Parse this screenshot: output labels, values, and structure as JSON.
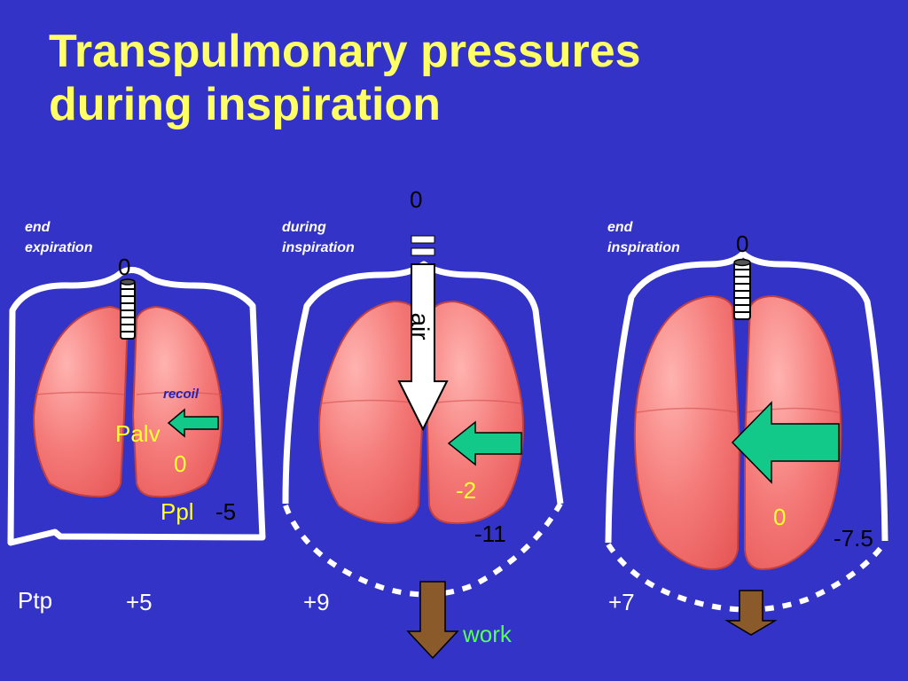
{
  "title": "Transpulmonary  pressures\nduring inspiration",
  "panels": [
    {
      "caption": "end\nexpiration",
      "top_value": "0",
      "palv_label": "Palv",
      "palv_value": "0",
      "ppl_label": "Ppl",
      "ppl_value": "-5",
      "recoil_label": "recoil"
    },
    {
      "caption": "during\ninspiration",
      "top_value": "0",
      "air_label": "air",
      "palv_value": "-2",
      "ppl_value": "-11"
    },
    {
      "caption": "end\ninspiration",
      "top_value": "0",
      "palv_value": "0",
      "ppl_value": "-7.5"
    }
  ],
  "ptp": {
    "label": "Ptp",
    "values": [
      "+5",
      "+9",
      "+7"
    ]
  },
  "work_label": "work",
  "colors": {
    "background": "#3333c8",
    "title": "#ffff66",
    "lung": "#f26666",
    "arrow_green": "#12c98a",
    "arrow_brown": "#8a5a2a",
    "recoil_text": "#2222bb"
  }
}
